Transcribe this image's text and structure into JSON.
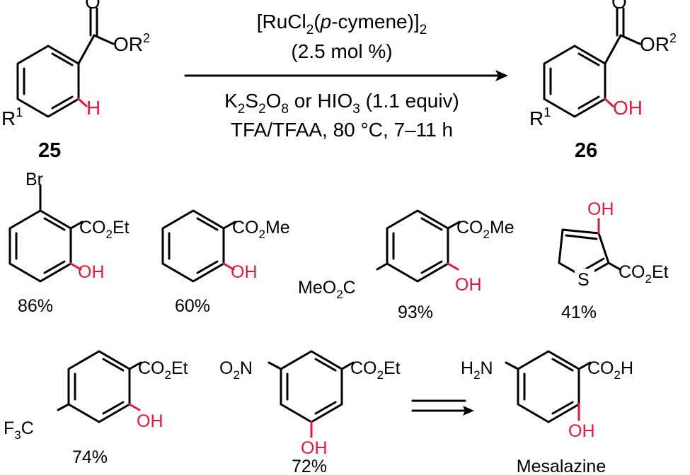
{
  "reaction": {
    "catalyst_line1": "[RuCl2(p-cymene)]2",
    "catalyst_line2": "(2.5 mol %)",
    "conditions_line1": "K2S2O8 or HIO3 (1.1 equiv)",
    "conditions_line2": "TFA/TFAA, 80 °C, 7–11 h",
    "start": {
      "label": "25",
      "ester": "OR2",
      "substituent": "R1",
      "h": "H"
    },
    "product": {
      "label": "26",
      "ester": "OR2",
      "substituent": "R1",
      "oh": "OH"
    }
  },
  "examples": [
    {
      "id": "ex1",
      "yield": "86%",
      "substituents": [
        "Br",
        "CO2Et",
        "OH"
      ]
    },
    {
      "id": "ex2",
      "yield": "60%",
      "substituents": [
        "CO2Me",
        "OH"
      ]
    },
    {
      "id": "ex3",
      "yield": "93%",
      "substituents": [
        "CO2Me",
        "MeO2C",
        "OH"
      ]
    },
    {
      "id": "ex4",
      "yield": "41%",
      "substituents": [
        "OH",
        "S",
        "CO2Et"
      ]
    },
    {
      "id": "ex5",
      "yield": "74%",
      "substituents": [
        "CO2Et",
        "F3C",
        "OH"
      ]
    },
    {
      "id": "ex6",
      "yield": "72%",
      "substituents": [
        "O2N",
        "CO2Et",
        "OH"
      ]
    },
    {
      "id": "mesalazine",
      "name": "Mesalazine",
      "substituents": [
        "H2N",
        "CO2H",
        "OH"
      ]
    }
  ],
  "colors": {
    "highlight": "#e8173a",
    "ink": "#000000"
  }
}
